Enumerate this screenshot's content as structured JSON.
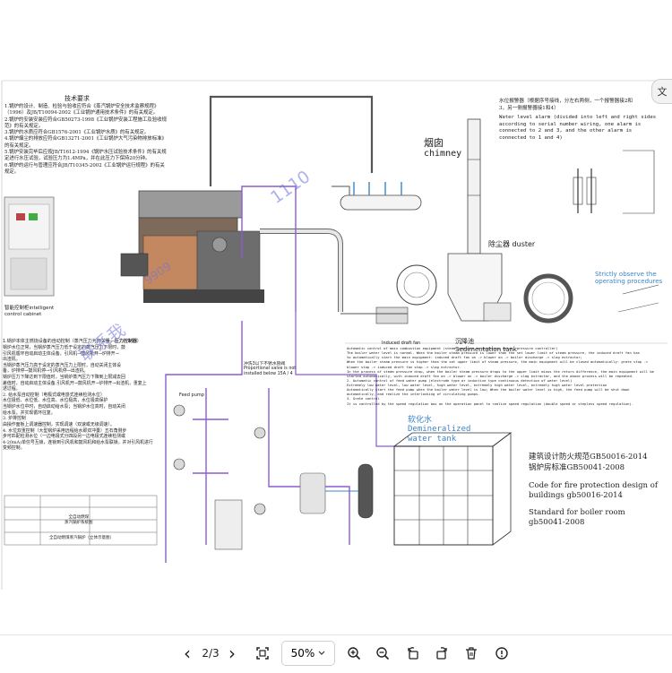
{
  "document": {
    "tech_title": "技术要求",
    "tech_requirements": "1.锅炉的设计、制造、检验与验收应符合《蒸汽锅炉安全技术监察规程》\n（1996）及JB/T10094-2002《工业锅炉通用技术条件》的有关规定。\n2.锅炉的安装安装应符合GB50273-1998《工业锅炉安装工程施工及验收规\n范》的有关规定。\n3.锅炉的水质应符合GB1576-2001《工业锅炉水质》的有关规定。\n4.锅炉烟尘的排放应符合GB13271-2001《工业锅炉大气污染物排放标准》\n的有关规定。\n5.锅炉安装完毕后应按JB/T1612-1994《锅炉水压试验技术条件》的有关规\n定进行水压试验，试验压力为1.4MPa，并在此压力下保持20分钟。\n6.锅炉的运行与管理应符合JB/T10345-2002《工业锅炉运行规程》的有关\n规定。",
    "alarm_cn": "水位报警器（根据序号接线，分左右两侧，一个报警器接2和\n3，另一侧报警器接1和4）",
    "alarm_en": "Water level alarm (divided into left and right sides\naccording to serial number wiring, one alarm is\nconnected to 2 and 3, and the other alarm is\nconnected to 1 and 4)",
    "chimney_cn": "烟囱",
    "chimney_en": "chimney",
    "duster": "除尘器 duster",
    "sedimentation_cn": "沉降池",
    "sedimentation_en": "Sedimentation tank",
    "safety_note": "Strictly observe the\noperating procedures",
    "control_cabinet": "智能控制柜intelligent\ncontrol cabinet",
    "demineralized_cn": "软化水",
    "demineralized_en": "Demineralized\nwater tank",
    "standard_fire_cn": "建筑设计防火规范GB50016-2014",
    "standard_boiler_cn": "锅炉房标准GB50041-2008",
    "standard_fire_en": "Code for fire protection design of\nbuildings gb50016-2014",
    "standard_boiler_en": "Standard for boiler room\ngb50041-2008",
    "auto_control_cn": "锅炉水位正常，当锅炉蒸汽压力低于设定的蒸汽压力下限时，鼓\n引风机循环自动启动主体设备，引风机→鼓风机开→炉排开→\n出渣机。\n当锅炉蒸汽压力高于设定的蒸汽压力上限时，自动关闭主体设\n备，炉排停→鼓风机停→引风机停→出渣机。\n锅炉压力下降达到下限值时，当锅炉蒸汽压力下降到上限减去回\n差值时，自动启动主体设备,引风机开→鼓风机开→炉排开→出渣机，重复上\n述过程。\n2. 给水泵自动控制（电极式或电感式连续检测水位）\n水位极低、水位低、水位高、水位极高，水位极高保护\n当锅炉水位中时，自动启动给水泵；当锅炉水位高时，自动关闭\n给水泵，并实现循环往复。\n3. 炉排控制\n由操作面板上调速器控制，实现调速（双速或无级调速）。\n4. 水位双重控制（大型锅炉采用远程给水即双冲量）五石角侧步\n步可匹配检测水位（一边电极式分四段另一边电极式连续检测或\n4-20mA)单信号互锁，连锁到引风机和鼓风机和给水泵联锁。并对引风机进行\n变频控制。",
    "auto_control_en": "Automatic control of main combustion equipment (steam pressure is switching value, pressure controller)\nThe boiler water level is normal. When the boiler steam pressure is lower than the set lower limit of steam pressure, the induced draft fan has\nto automatically start the main equipment: induced draft fan on -> blower on -> boiler discharge -> slag extractor;\nWhen the boiler steam pressure is higher than the set upper limit of steam pressure, the main equipment will be closed automatically: grate stop ->\nblower stop -> induced draft fan stop -> slag extractor.\nIn the process of steam pressure drop, when the boiler steam pressure drops to the upper limit minus the return difference, the main equipment will be\nstarted automatically, with induced draft fan on -> blower on -> boiler discharge -> slag extractor, and the above process will be repeated.\n2. Automatic control of feed water pump (electrode type or inductive type continuous detection of water level)\nExtremely low water level, low water level, high water level, extremely high water level, extremely high water level protection\nAutomatically start the feed pump when the boiler water level is low; When the boiler water level is high, the feed pump will be shut down\nautomatically, and realize the interlocking of circulating pumps.\n3. Grate control\nIt is controlled by the speed regulation box on the operation panel to realize speed regulation (double speed or stepless speed regulation).",
    "pressure_note": "1.锅炉本体主燃烧设备的自动控制（蒸汽压力为开关量，压力控制器）",
    "pressure_title": "——压力控制器",
    "boost_cn": "冲洗3以下不锈水管阀",
    "boost_en": "Proportional valve is not\ninstalled below 15A / 4",
    "feed_pump": "Feed pump",
    "induced_fan": "Induced draft fan",
    "watermark_1": "联系我",
    "watermark_2": "9909",
    "watermark_3": "1110",
    "title_block": "全自动燃煤\n蒸汽锅炉系统图",
    "title_block_sub": "全自动燃煤蒸汽锅炉（立体示意图）"
  },
  "toolbar": {
    "prev_label": "‹",
    "page_indicator": "2/3",
    "next_label": "›",
    "zoom_value": "50%",
    "close_label": "文"
  },
  "colors": {
    "pipe_purple": "#8a5bd6",
    "pipe_blue": "#3c84c8",
    "line_dark": "#333333",
    "watermark": "#6f72d9"
  }
}
